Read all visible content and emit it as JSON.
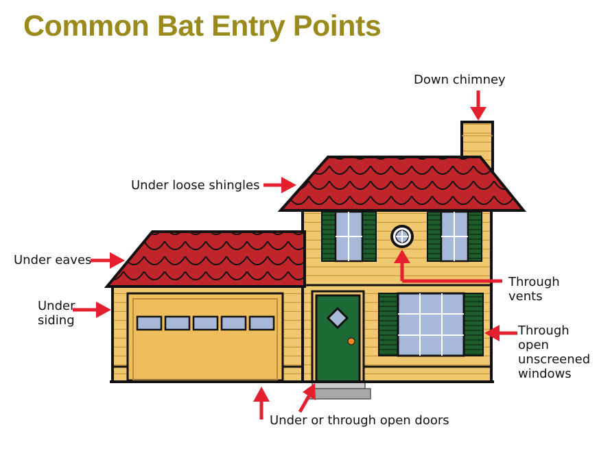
{
  "title": "Common Bat Entry Points",
  "labels": {
    "chimney": "Down chimney",
    "shingles": "Under loose shingles",
    "eaves": "Under eaves",
    "siding_1": "Under",
    "siding_2": "siding",
    "vents_1": "Through",
    "vents_2": "vents",
    "windows_1": "Through",
    "windows_2": "open",
    "windows_3": "unscreened",
    "windows_4": "windows",
    "doors": "Under or through open doors"
  },
  "colors": {
    "title": "#9a8a1c",
    "arrow": "#e5202e",
    "roof": "#c0252b",
    "siding": "#f0c870",
    "shutter": "#1e5c2c",
    "door": "#1e6a34",
    "glass": "#a8b8d8"
  }
}
